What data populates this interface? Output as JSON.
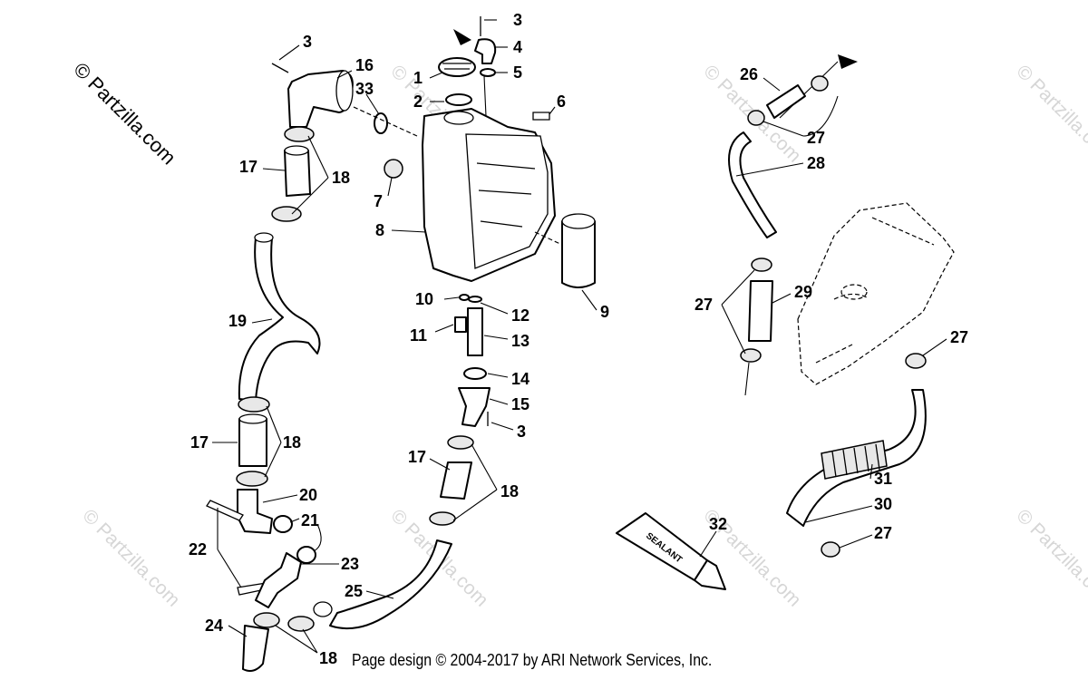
{
  "watermark": {
    "main": "© Partzilla.com",
    "faint": "© Partzilla.com"
  },
  "callouts": {
    "c1": "1",
    "c2": "2",
    "c3a": "3",
    "c3b": "3",
    "c3c": "3",
    "c4": "4",
    "c5": "5",
    "c6": "6",
    "c7": "7",
    "c8": "8",
    "c9": "9",
    "c10": "10",
    "c11": "11",
    "c12": "12",
    "c13": "13",
    "c14": "14",
    "c15": "15",
    "c16": "16",
    "c17a": "17",
    "c17b": "17",
    "c17c": "17",
    "c18a": "18",
    "c18b": "18",
    "c18c": "18",
    "c18d": "18",
    "c19": "19",
    "c20": "20",
    "c21": "21",
    "c22": "22",
    "c23": "23",
    "c24": "24",
    "c25": "25",
    "c26": "26",
    "c27a": "27",
    "c27b": "27",
    "c27c": "27",
    "c27d": "27",
    "c28": "28",
    "c29": "29",
    "c30": "30",
    "c31": "31",
    "c32": "32",
    "c33": "33"
  },
  "sealant_label": "SEALANT",
  "footer": "Page design © 2004-2017 by ARI Network Services, Inc."
}
